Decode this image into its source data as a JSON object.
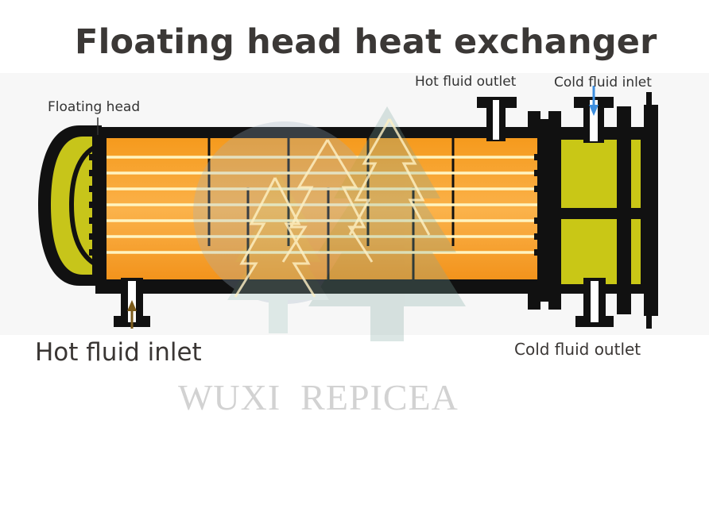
{
  "title": "Floating head heat exchanger",
  "labels": {
    "floating_head": "Floating head",
    "hot_fluid_outlet": "Hot fluid outlet",
    "cold_fluid_inlet": "Cold fluid inlet",
    "hot_fluid_inlet": "Hot fluid inlet",
    "cold_fluid_outlet": "Cold fluid outlet"
  },
  "watermark": {
    "text": "WUXI  REPICEA"
  },
  "colors": {
    "shell_hot": "#f79a1e",
    "shell_hot_light": "#fcc46a",
    "tube": "#fff6c8",
    "cold_chamber": "#c8c614",
    "steel": "#111111",
    "hot_arrow": "#7a5a1a",
    "cold_arrow": "#3d8fe0"
  }
}
